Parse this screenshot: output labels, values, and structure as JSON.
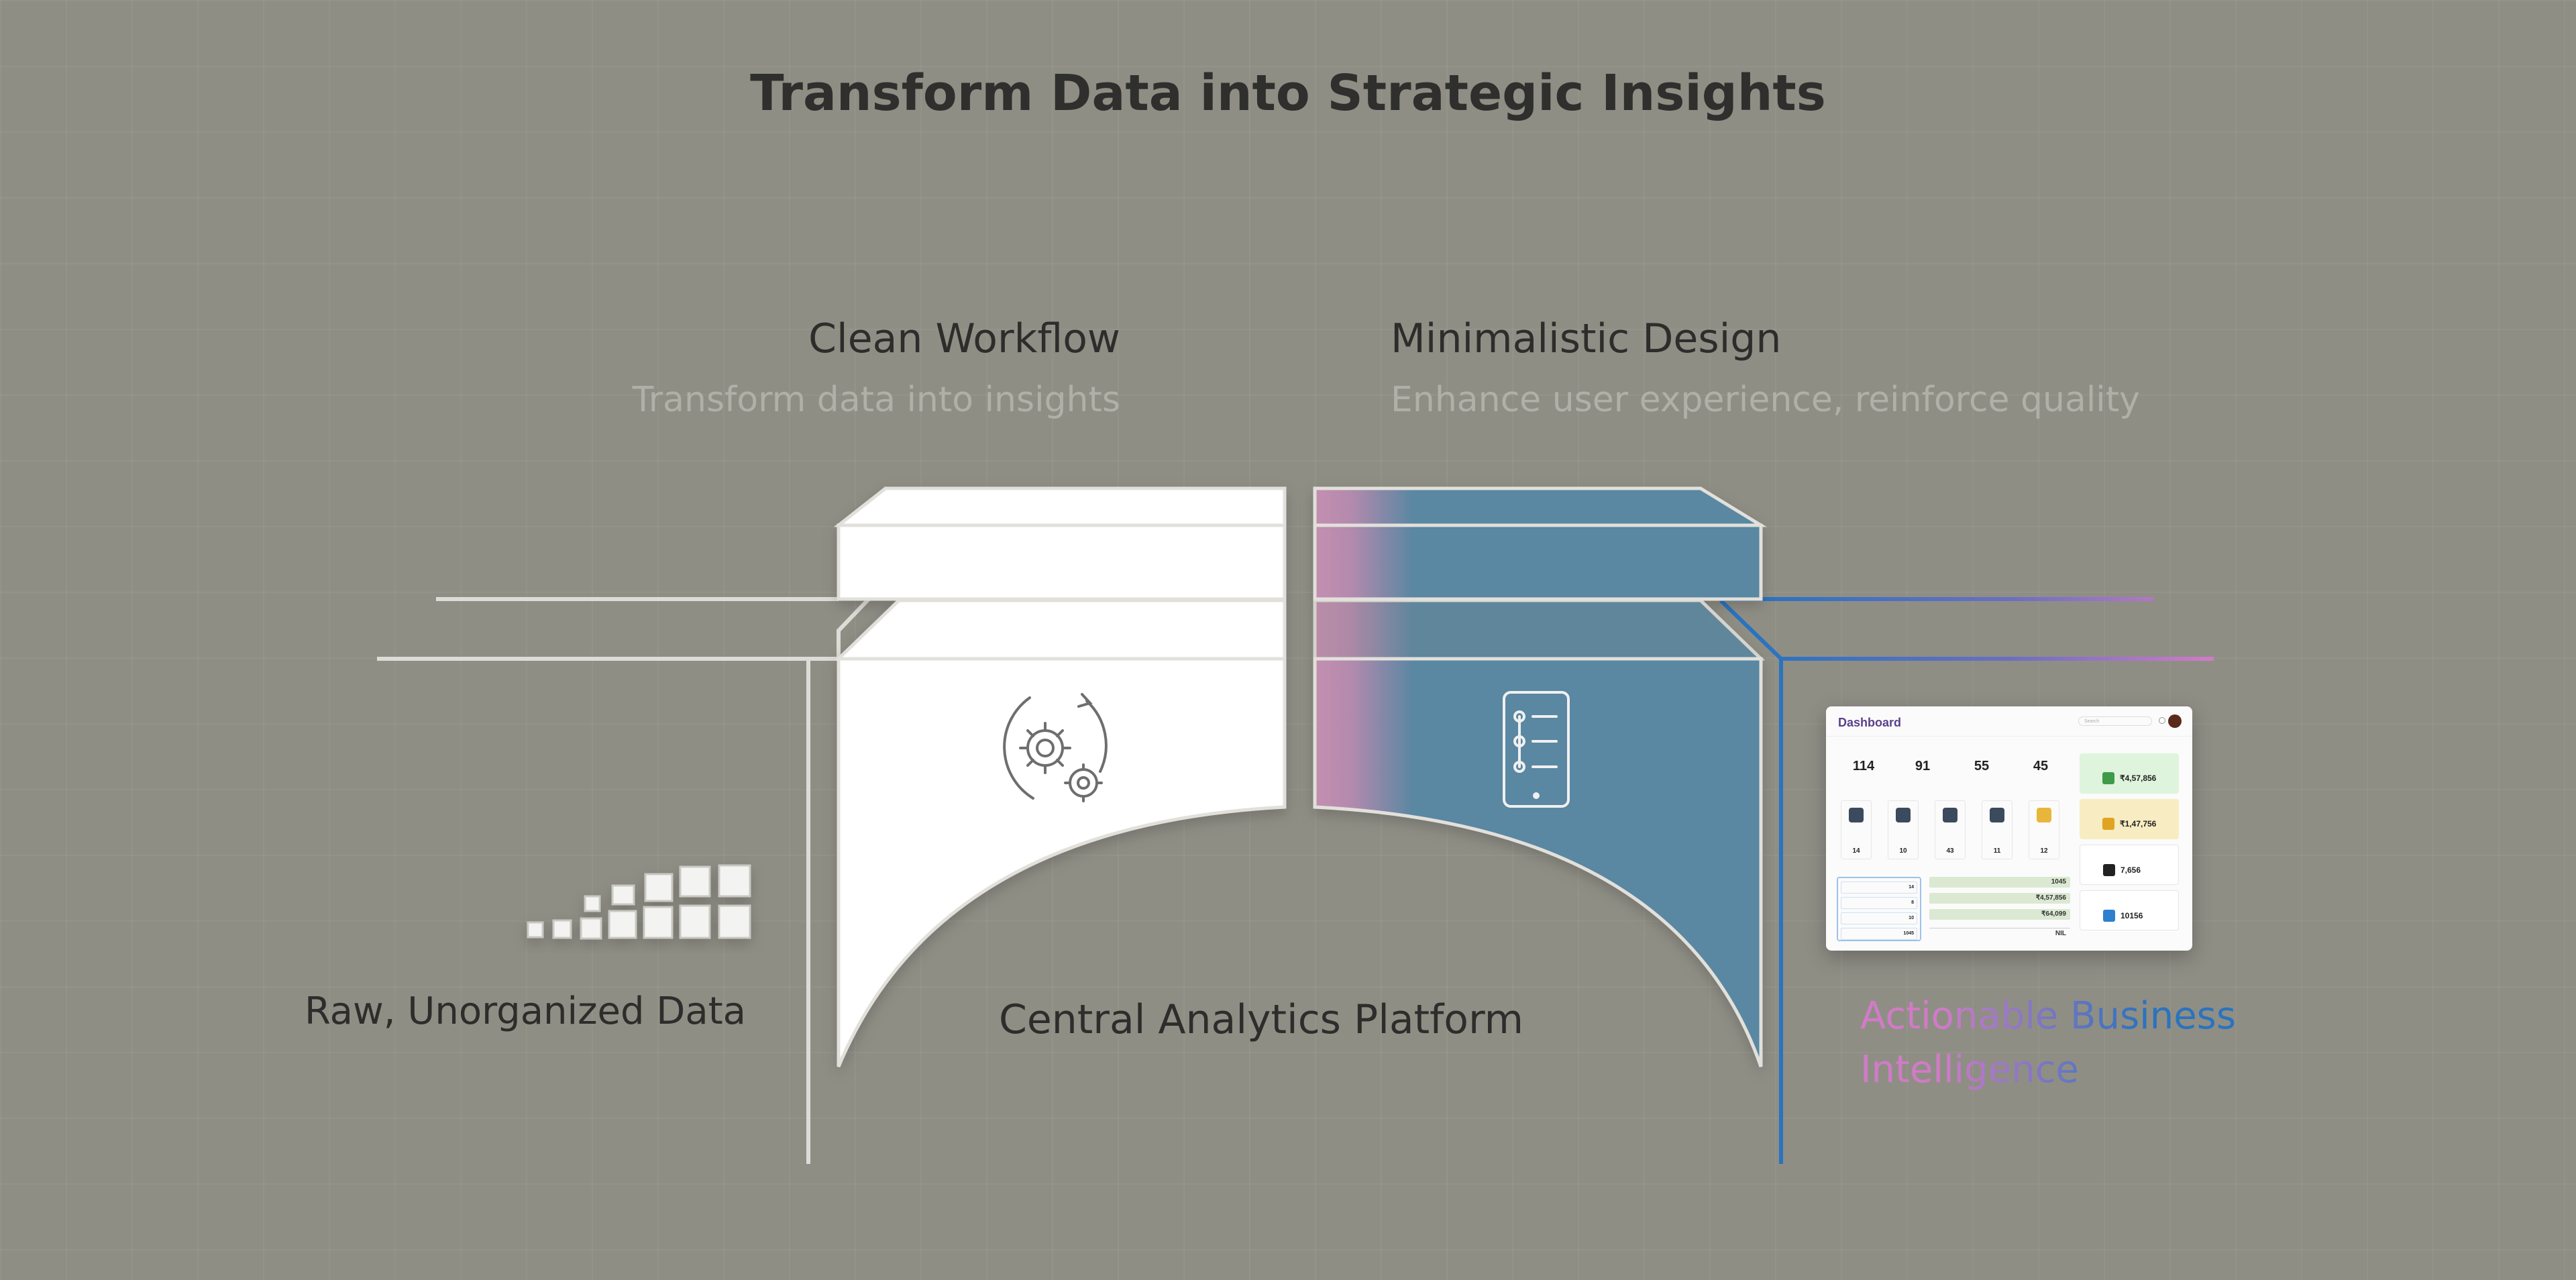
{
  "title": "Transform Data into Strategic Insights",
  "clean_workflow": {
    "title": "Clean Workflow",
    "subtitle": "Transform data into insights"
  },
  "minimalistic_design": {
    "title": "Minimalistic Design",
    "subtitle": "Enhance user experience, reinforce quality"
  },
  "stages": {
    "raw": "Raw, Unorganized Data",
    "central": "Central Analytics Platform",
    "actionable": "Actionable Business Intelligence"
  },
  "icons": {
    "left_block": "gears-cycle-icon",
    "right_block": "mobile-flow-icon",
    "raw_data": "blocks-scatter-icon"
  },
  "colors": {
    "background": "#8f8e85",
    "accent_pink": "#d27ac8",
    "accent_blue": "#2a73bf",
    "block_blue": "#5a87a2",
    "block_pink": "#c48fb0"
  },
  "dashboard": {
    "title": "Dashboard",
    "search_placeholder": "Search",
    "stats": [
      {
        "value": "114",
        "color": "#cfe2f7"
      },
      {
        "value": "91",
        "color": "#f6d6d2"
      },
      {
        "value": "55",
        "color": "#f7ebc4"
      },
      {
        "value": "45",
        "color": "#d9ecd4"
      }
    ],
    "products": [
      "14",
      "10",
      "43",
      "11",
      "12"
    ],
    "list_values": [
      "14",
      "8",
      "10",
      "1045"
    ],
    "grid_values": [
      "1045",
      "₹4,57,856",
      "₹64,099",
      "NIL"
    ],
    "cards": [
      {
        "value": "₹4,57,856",
        "color": "#dff4dc",
        "icon_color": "#3d9b4a"
      },
      {
        "value": "₹1,47,756",
        "color": "#f8ecc2",
        "icon_color": "#e0a422"
      },
      {
        "value": "7,656",
        "color": "#ffffff",
        "icon_color": "#222222"
      },
      {
        "value": "10156",
        "color": "#ffffff",
        "icon_color": "#2f7fcf"
      }
    ]
  }
}
